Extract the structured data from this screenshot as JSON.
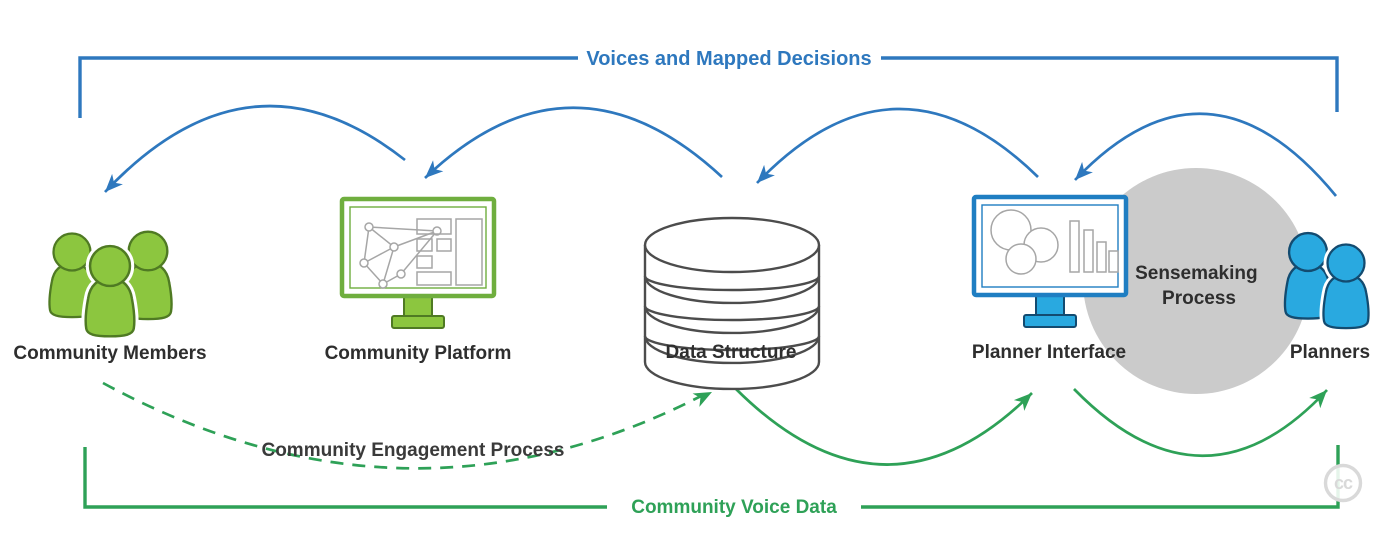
{
  "figure": {
    "top_loop_label": "Voices and Mapped Decisions",
    "bottom_loop_label": "Community Voice Data",
    "engagement_label": "Community Engagement Process",
    "sensemaking_line1": "Sensemaking",
    "sensemaking_line2": "Process",
    "license_badge": "cc"
  },
  "nodes": [
    {
      "id": "community-members",
      "label": "Community Members"
    },
    {
      "id": "community-platform",
      "label": "Community Platform"
    },
    {
      "id": "data-structure",
      "label": "Data Structure"
    },
    {
      "id": "planner-interface",
      "label": "Planner Interface"
    },
    {
      "id": "planners",
      "label": "Planners"
    }
  ],
  "colors": {
    "blue": "#2E78BE",
    "green": "#2EA157",
    "icon_green": "#8CC63F",
    "icon_green_stroke": "#4F7A23",
    "icon_blue": "#29A9E0",
    "icon_blue_stroke": "#134B70",
    "platform_green": "#6FAE3E",
    "monitor_blue": "#1F7EC2",
    "gray_circle": "#CBCBCB",
    "wire_gray": "#A6A6A6",
    "cyl_stroke": "#4C4C4C",
    "text_dark": "#2E2E2E",
    "badge_gray": "#D9D9D9"
  }
}
